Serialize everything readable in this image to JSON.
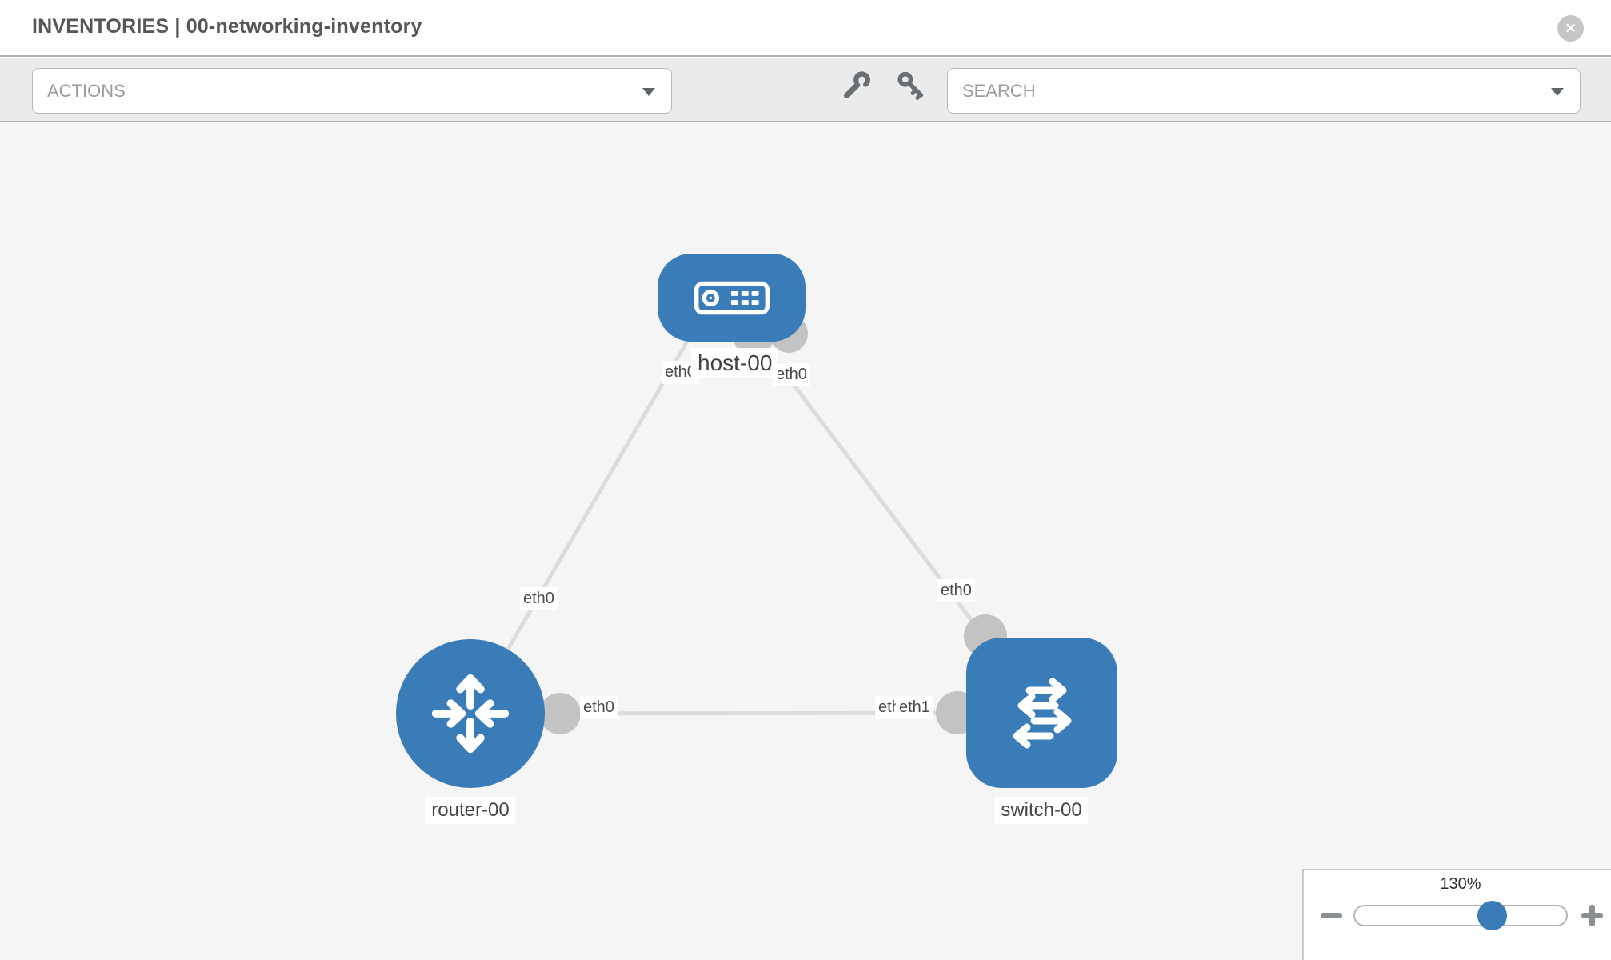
{
  "header": {
    "title": "INVENTORIES | 00-networking-inventory",
    "close_glyph": "✕"
  },
  "toolbar": {
    "actions_label": "ACTIONS",
    "search_label": "SEARCH",
    "icons": [
      "wrench-icon",
      "key-icon"
    ]
  },
  "topology": {
    "nodes": [
      {
        "id": "host-00",
        "label": "host-00",
        "type": "host",
        "shape": "rounded-rect",
        "icon": "host-icon"
      },
      {
        "id": "router-00",
        "label": "router-00",
        "type": "router",
        "shape": "circle",
        "icon": "router-icon"
      },
      {
        "id": "switch-00",
        "label": "switch-00",
        "type": "switch",
        "shape": "rounded-square",
        "icon": "switch-icon"
      }
    ],
    "links": [
      {
        "id": "host-router",
        "a": "host-00",
        "b": "router-00",
        "a_port": "eth0",
        "b_port": "eth0"
      },
      {
        "id": "host-switch",
        "a": "host-00",
        "b": "switch-00",
        "a_port": "eth0",
        "b_port": "eth0"
      },
      {
        "id": "router-switch",
        "a": "router-00",
        "b": "switch-00",
        "a_port": "eth0",
        "b_port": "eth1",
        "b_port_hidden": "eth0"
      }
    ]
  },
  "zoom_control": {
    "level": "130%"
  },
  "colors": {
    "node_blue": "#3a7cb8",
    "link_gray": "#dcdcdc",
    "connector_gray": "#c3c3c3",
    "canvas_bg": "#f5f5f5",
    "toolbar_bg": "#ebebeb",
    "accent_text": "#565656"
  }
}
